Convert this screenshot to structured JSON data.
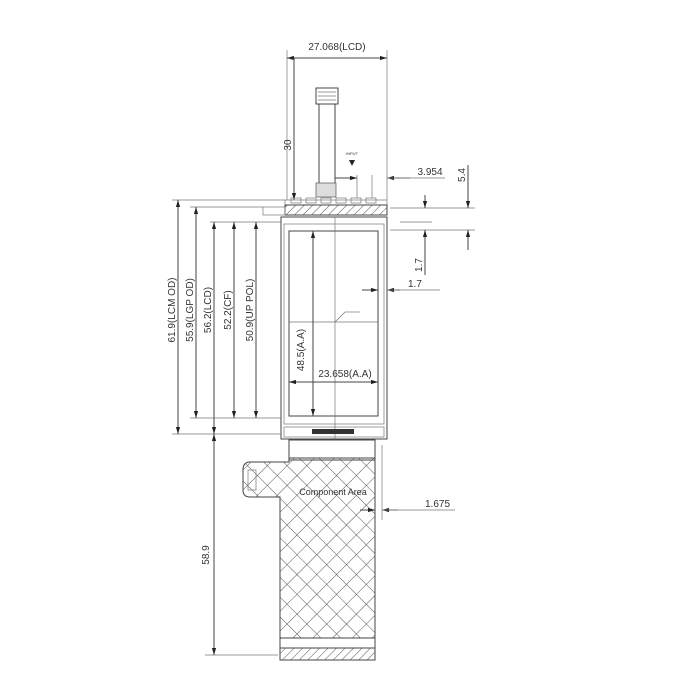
{
  "dimensions": {
    "lcd_width": "27.068(LCD)",
    "fpc_length": "30",
    "fpc_offset": "3.954",
    "top_gap": "5.4",
    "top_border": "1.7",
    "side_border": "1.7",
    "lcm_od": "61.9(LCM OD)",
    "lgp_od": "55.9(LGP OD)",
    "lcd": "56.2(LCD)",
    "cf": "52.2(CF)",
    "up_pol": "50.9(UP POL)",
    "aa_height": "48.5(A.A)",
    "aa_width": "23.658(A.A)",
    "fpc_total": "58.9",
    "fpc_side": "1.675"
  },
  "labels": {
    "component_area": "Component Area",
    "input_note": "INPUT"
  }
}
